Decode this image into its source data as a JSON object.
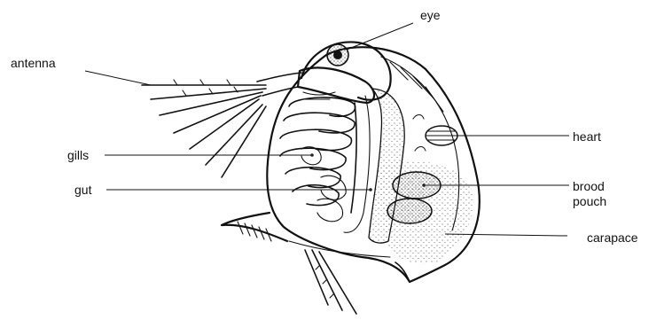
{
  "labels": {
    "eye": "eye",
    "antenna": "antenna",
    "gills": "gills",
    "gut": "gut",
    "heart": "heart",
    "brood_line1": "brood",
    "brood_line2": "pouch",
    "carapace": "carapace"
  },
  "colors": {
    "ink": "#111111",
    "background": "#ffffff"
  }
}
